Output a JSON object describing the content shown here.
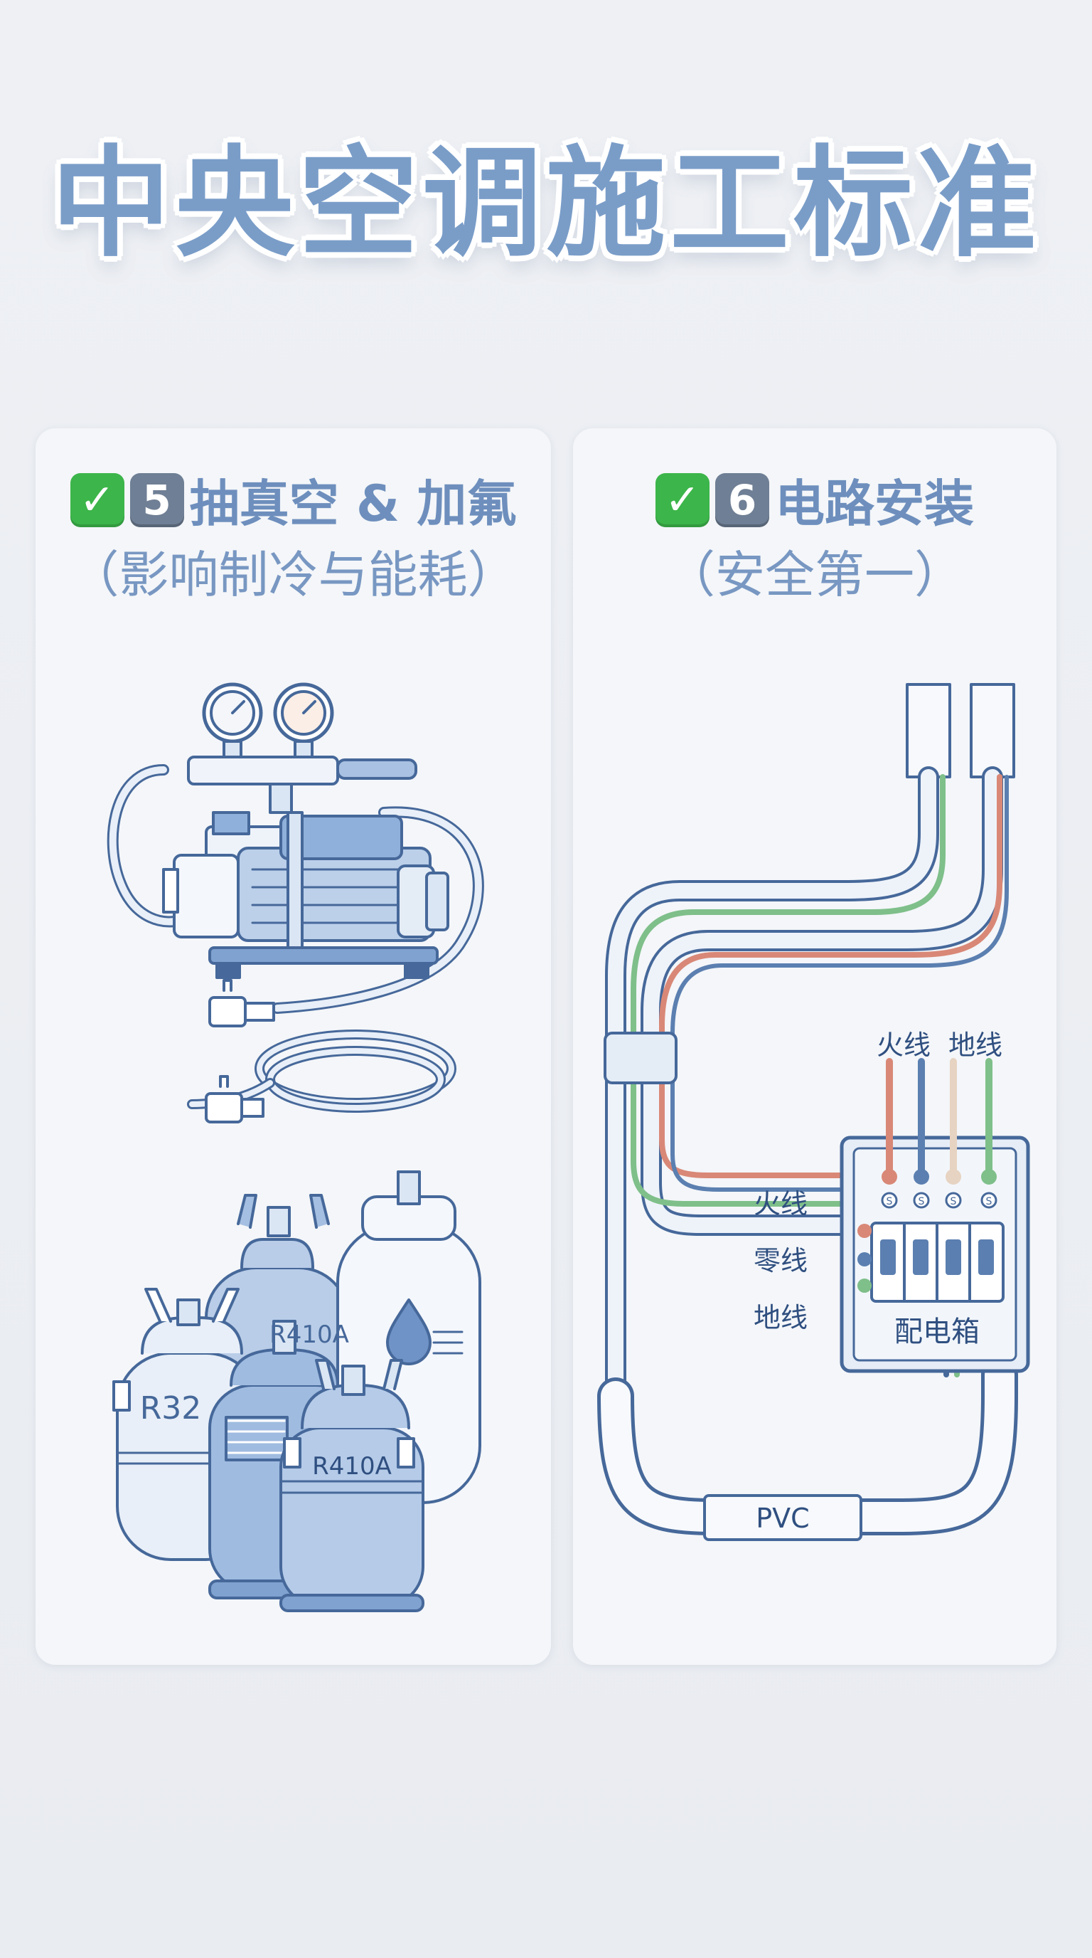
{
  "title": "中央空调施工标准",
  "left_panel": {
    "check_icon": "check-mark-icon",
    "step_number": "5",
    "heading": "抽真空 & 加氟",
    "subheading": "（影响制冷与能耗）",
    "cylinder_labels": [
      "R410A",
      "R32",
      "R410A"
    ]
  },
  "right_panel": {
    "check_icon": "check-mark-icon",
    "step_number": "6",
    "heading": "电路安装",
    "subheading": "（安全第一）",
    "top_labels": [
      "火线",
      "地线"
    ],
    "wire_labels": [
      "火线",
      "零线",
      "地线"
    ],
    "box_label": "配电箱",
    "conduit_label": "PVC",
    "terminal_marks": [
      "S",
      "S",
      "S",
      "S"
    ]
  },
  "colors": {
    "title": "#7a9dc8",
    "line_blue": "#5b7fb0",
    "fill_blue": "#a9c1e2",
    "live_wire": "#d98877",
    "earth_wire": "#7fbf8a",
    "neutral_wire": "#5b7fb0"
  }
}
